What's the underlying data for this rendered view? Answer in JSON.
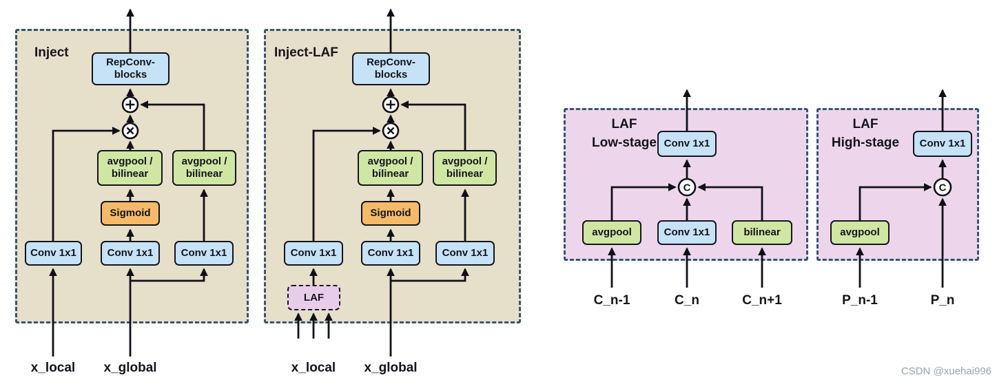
{
  "diagram": {
    "inject": {
      "title": "Inject",
      "repconv": "RepConv-\nblocks",
      "avgpool_left": "avgpool /\nbilinear",
      "avgpool_right": "avgpool /\nbilinear",
      "sigmoid": "Sigmoid",
      "conv_left": "Conv 1x1",
      "conv_mid": "Conv 1x1",
      "conv_right": "Conv 1x1",
      "input_local": "x_local",
      "input_global": "x_global"
    },
    "inject_laf": {
      "title": "Inject-LAF",
      "repconv": "RepConv-\nblocks",
      "avgpool_left": "avgpool /\nbilinear",
      "avgpool_right": "avgpool /\nbilinear",
      "sigmoid": "Sigmoid",
      "conv_left": "Conv 1x1",
      "conv_mid": "Conv 1x1",
      "conv_right": "Conv 1x1",
      "laf": "LAF",
      "input_local": "x_local",
      "input_global": "x_global"
    },
    "laf_low": {
      "title": "LAF\nLow-stage",
      "conv_top": "Conv 1x1",
      "concat": "C",
      "avgpool": "avgpool",
      "conv_bottom": "Conv 1x1",
      "bilinear": "bilinear",
      "inputs": [
        "C_n-1",
        "C_n",
        "C_n+1"
      ]
    },
    "laf_high": {
      "title": "LAF\nHigh-stage",
      "conv_top": "Conv 1x1",
      "concat": "C",
      "avgpool": "avgpool",
      "inputs": [
        "P_n-1",
        "P_n"
      ]
    }
  },
  "watermark": "CSDN @xuehai996",
  "colors": {
    "panel_inject_bg": "#e6dfca",
    "panel_laf_bg": "#edd6ec",
    "panel_border": "#35566f",
    "box_blue": "#c6e2f7",
    "box_green": "#d0e7a4",
    "box_orange": "#f5ba69",
    "box_laf_purple": "#e8cdeb",
    "line": "#101018"
  }
}
